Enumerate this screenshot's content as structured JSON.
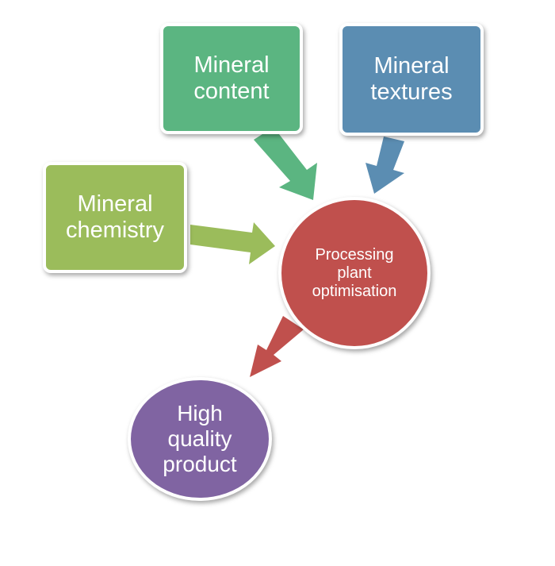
{
  "nodes": {
    "mineral_content": {
      "label": "Mineral\ncontent",
      "color": "#5bb581"
    },
    "mineral_textures": {
      "label": "Mineral\ntextures",
      "color": "#5b8db2"
    },
    "mineral_chemistry": {
      "label": "Mineral\nchemistry",
      "color": "#9bbc5b"
    },
    "processing_plant": {
      "label": "Processing\nplant\noptimisation",
      "color": "#c0504d"
    },
    "high_quality_product": {
      "label": "High\nquality\nproduct",
      "color": "#8064a2"
    }
  },
  "edges": [
    {
      "from": "mineral_content",
      "to": "processing_plant",
      "color": "#5bb581"
    },
    {
      "from": "mineral_textures",
      "to": "processing_plant",
      "color": "#5b8db2"
    },
    {
      "from": "mineral_chemistry",
      "to": "processing_plant",
      "color": "#9bbc5b"
    },
    {
      "from": "processing_plant",
      "to": "high_quality_product",
      "color": "#c0504d"
    }
  ]
}
